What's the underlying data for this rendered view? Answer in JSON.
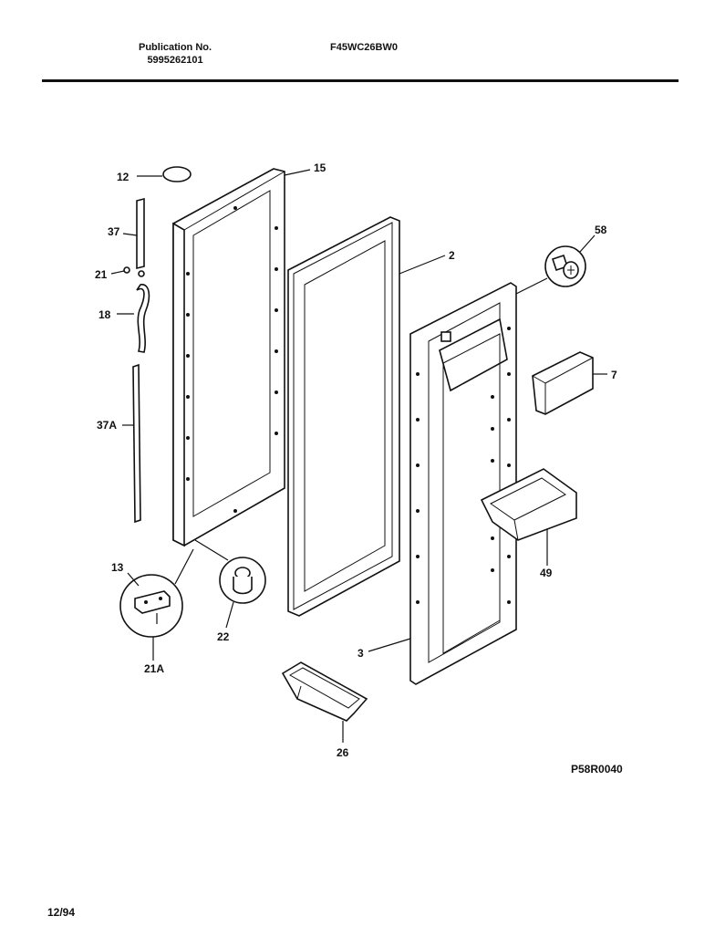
{
  "header": {
    "publication_label": "Publication No.",
    "publication_number": "5995262101",
    "model_number": "F45WC26BW0"
  },
  "footer": {
    "date": "12/94",
    "drawing_code": "P58R0040"
  },
  "callouts": {
    "c12": "12",
    "c15": "15",
    "c37": "37",
    "c21": "21",
    "c18": "18",
    "c37a": "37A",
    "c13": "13",
    "c21a": "21A",
    "c22": "22",
    "c2": "2",
    "c58": "58",
    "c7": "7",
    "c49": "49",
    "c3": "3",
    "c26": "26"
  }
}
